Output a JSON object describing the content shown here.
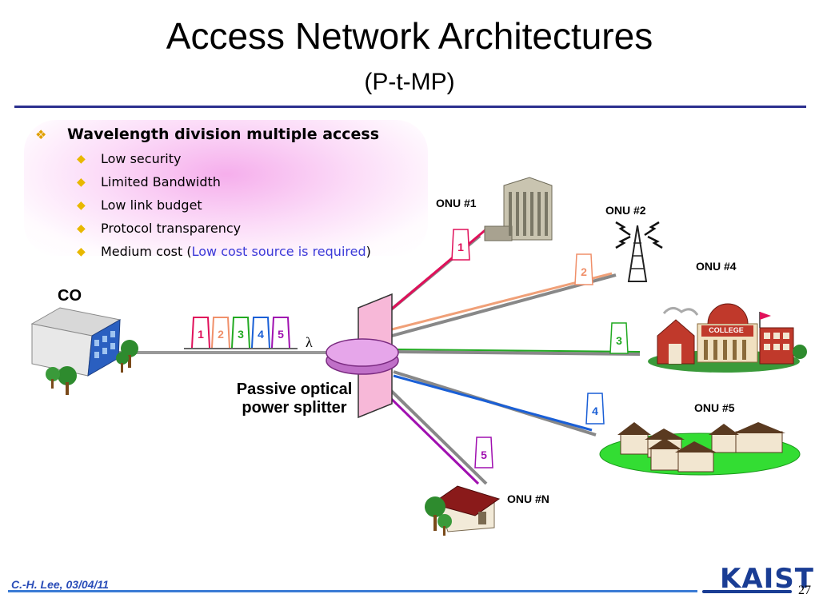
{
  "slide": {
    "title": "Access Network Architectures",
    "subtitle": "(P-t-MP)"
  },
  "bullets": {
    "main": "Wavelength division multiple access",
    "items": [
      {
        "text": "Low security"
      },
      {
        "text": "Limited Bandwidth"
      },
      {
        "text": "Low link budget"
      },
      {
        "text": "Protocol transparency"
      },
      {
        "text": "Medium cost",
        "paren_open": "(",
        "paren_text": "Low cost source is required",
        "paren_close": ")"
      }
    ]
  },
  "diagram": {
    "co_label": "CO",
    "splitter_label_line1": "Passive optical",
    "splitter_label_line2": "power splitter",
    "lambda_symbol": "λ",
    "wavelength_numbers": [
      "1",
      "2",
      "3",
      "4",
      "5"
    ],
    "wavelength_colors": [
      "#e0105a",
      "#f0906a",
      "#22aa22",
      "#1a5fd6",
      "#a010b0"
    ],
    "onus": [
      {
        "label": "ONU #1",
        "channel": "1",
        "color": "#e0105a"
      },
      {
        "label": "ONU #2",
        "channel": "2",
        "color": "#f0906a"
      },
      {
        "label": "ONU #4",
        "channel": "3",
        "color": "#22aa22"
      },
      {
        "label": "ONU #5",
        "channel": "4",
        "color": "#1a5fd6"
      },
      {
        "label": "ONU #N",
        "channel": "5",
        "color": "#a010b0"
      }
    ],
    "college_sign": "COLLEGE"
  },
  "footer": {
    "author": "C.-H. Lee, 03/04/11",
    "page": "27",
    "logo": "KAIST"
  }
}
